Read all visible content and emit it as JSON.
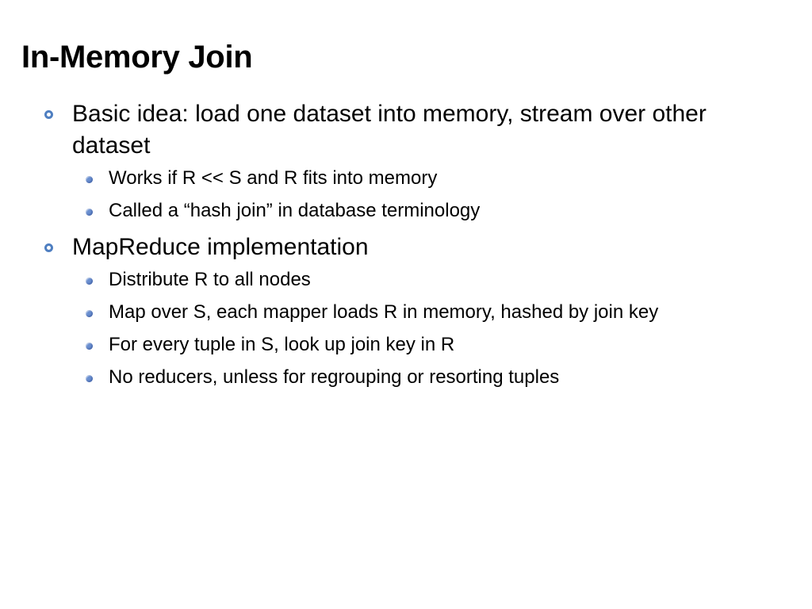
{
  "slide": {
    "title": "In-Memory Join",
    "sections": [
      {
        "text": "Basic idea: load one dataset into memory, stream over other dataset",
        "items": [
          "Works if R << S and R fits into memory",
          "Called a “hash join” in database terminology"
        ]
      },
      {
        "text": "MapReduce implementation",
        "items": [
          "Distribute R to all nodes",
          "Map over S, each mapper loads R in memory, hashed by join key",
          "For every tuple in S, look up join key in R",
          "No reducers, unless for regrouping or resorting tuples"
        ]
      }
    ]
  },
  "icons": {
    "level1": "ring-bullet-icon",
    "level2": "dot-bullet-icon"
  },
  "colors": {
    "bullet_ring": "#4f7fc1",
    "bullet_dot": "#6a8fd0",
    "text": "#000000",
    "background": "#ffffff"
  }
}
